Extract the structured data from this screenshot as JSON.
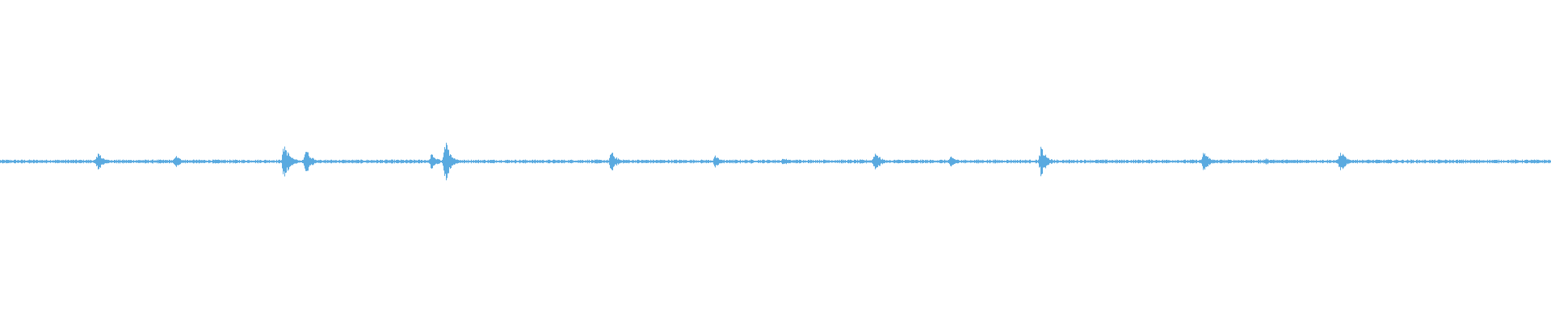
{
  "waveform": {
    "color": "#5aaae0",
    "background": "#ffffff",
    "description_bursts": [
      {
        "position": 0.063,
        "amplitude": 0.32
      },
      {
        "position": 0.113,
        "amplitude": 0.22
      },
      {
        "position": 0.183,
        "amplitude": 0.62
      },
      {
        "position": 0.197,
        "amplitude": 0.45
      },
      {
        "position": 0.278,
        "amplitude": 0.28
      },
      {
        "position": 0.287,
        "amplitude": 0.75
      },
      {
        "position": 0.394,
        "amplitude": 0.35
      },
      {
        "position": 0.461,
        "amplitude": 0.2
      },
      {
        "position": 0.505,
        "amplitude": 0.14
      },
      {
        "position": 0.564,
        "amplitude": 0.35
      },
      {
        "position": 0.613,
        "amplitude": 0.18
      },
      {
        "position": 0.671,
        "amplitude": 0.5
      },
      {
        "position": 0.776,
        "amplitude": 0.36
      },
      {
        "position": 0.816,
        "amplitude": 0.12
      },
      {
        "position": 0.864,
        "amplitude": 0.38
      }
    ],
    "baseline_amplitude": 0.05
  }
}
